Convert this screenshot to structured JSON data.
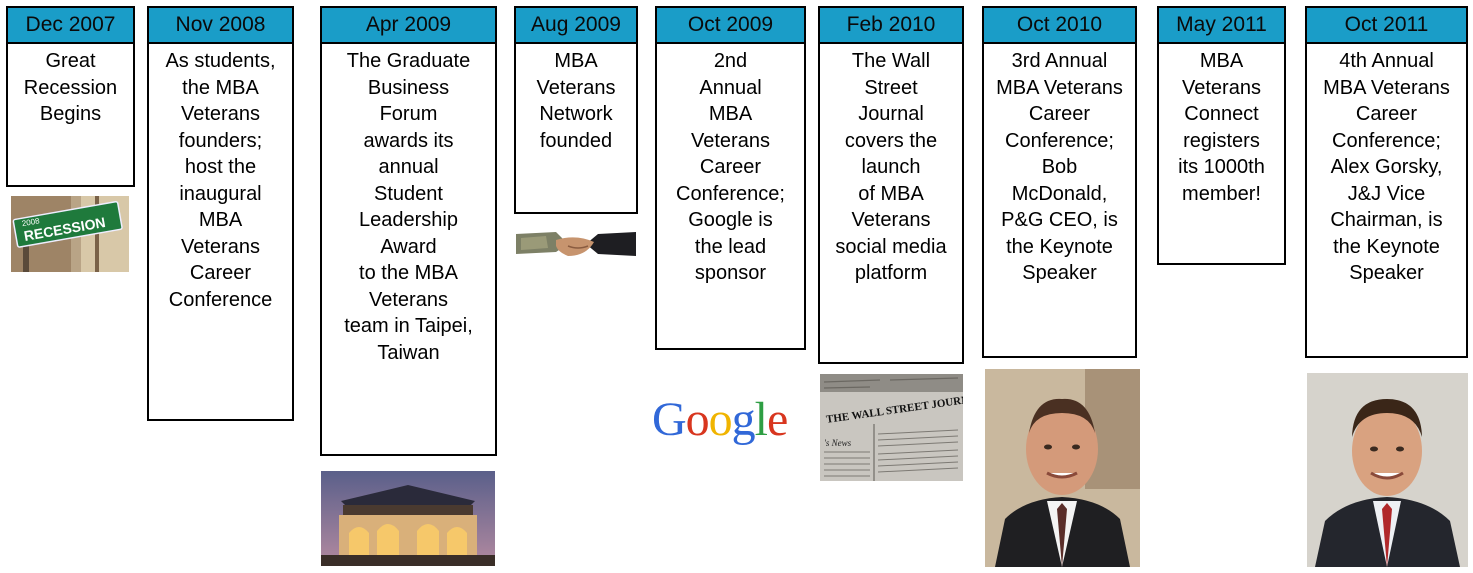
{
  "timeline": [
    {
      "date": "Dec 2007",
      "text": "Great\nRecession\nBegins"
    },
    {
      "date": "Nov  2008",
      "text": "As students,\nthe MBA\nVeterans\nfounders;\nhost the\ninaugural\nMBA\nVeterans\nCareer\nConference"
    },
    {
      "date": "Apr 2009",
      "text": "The Graduate\nBusiness\nForum\nawards its\nannual\nStudent\nLeadership\nAward\nto the MBA\nVeterans\nteam in Taipei,\nTaiwan"
    },
    {
      "date": "Aug 2009",
      "text": "MBA\nVeterans\nNetwork\nfounded"
    },
    {
      "date": "Oct 2009",
      "text": "2nd\nAnnual\nMBA\nVeterans\nCareer\nConference;\nGoogle is\nthe lead\nsponsor"
    },
    {
      "date": "Feb 2010",
      "text": "The Wall\nStreet\nJournal\ncovers the\nlaunch\nof  MBA\nVeterans\nsocial media\nplatform"
    },
    {
      "date": "Oct 2010",
      "text": "3rd Annual\nMBA Veterans\nCareer\nConference;\nBob\nMcDonald,\nP&G CEO, is\nthe Keynote\nSpeaker"
    },
    {
      "date": "May 2011",
      "text": "MBA\nVeterans\nConnect\nregisters\nits 1000th\nmember!"
    },
    {
      "date": "Oct 2011",
      "text": "4th Annual\nMBA Veterans\nCareer\nConference;\nAlex Gorsky,\nJ&J Vice\nChairman, is\nthe Keynote\nSpeaker"
    }
  ],
  "images": {
    "recession_sign_text": "RECESSION",
    "recession_sign_year": "2008",
    "google_logo": [
      "G",
      "o",
      "o",
      "g",
      "l",
      "e"
    ],
    "google_colors": [
      "#3168d8",
      "#d8361f",
      "#f0b400",
      "#3168d8",
      "#2e9e43",
      "#d8361f"
    ],
    "wsj_masthead": "THE WALL STREET JOURNAL",
    "wsj_fragment": "'s News"
  },
  "colors": {
    "header_bg": "#1a9dc8",
    "border": "#000000"
  }
}
